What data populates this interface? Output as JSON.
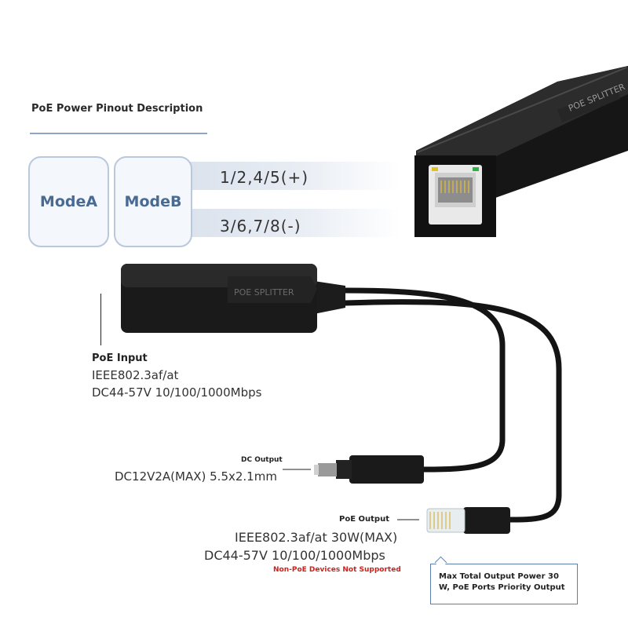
{
  "title": "PoE Power Pinout Description",
  "modes": {
    "mode_a": "ModeA",
    "mode_b": "ModeB"
  },
  "pins": {
    "positive": "1/2,4/5(+)",
    "negative": "3/6,7/8(-)"
  },
  "device_label": "POE SPLITTER",
  "poe_input": {
    "heading": "PoE Input",
    "standard": "IEEE802.3af/at",
    "spec": "DC44-57V 10/100/1000Mbps"
  },
  "dc_output": {
    "heading": "DC Output",
    "spec": "DC12V2A(MAX) 5.5x2.1mm"
  },
  "poe_output": {
    "heading": "PoE Output",
    "standard": "IEEE802.3af/at 30W(MAX)",
    "spec": "DC44-57V 10/100/1000Mbps",
    "note": "Non-PoE Devices Not Supported"
  },
  "callout": {
    "line1": "Max Total Output Power 30",
    "line2": "W, PoE Ports Priority Output"
  },
  "colors": {
    "accent": "#486a93",
    "mode_border": "#b9c8dc",
    "warning": "#d0201a",
    "device": "#1b1b1b"
  }
}
